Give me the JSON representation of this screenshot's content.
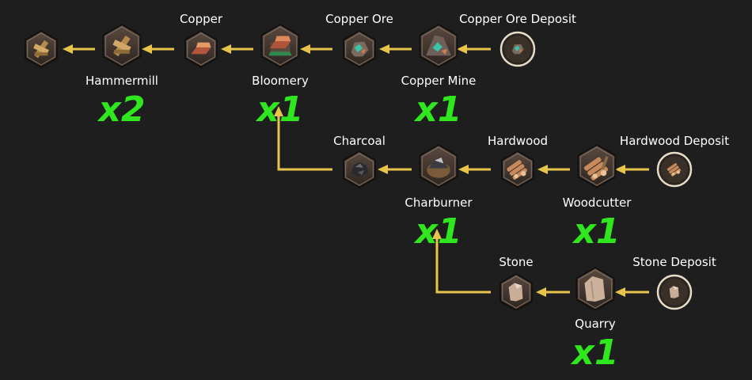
{
  "colors": {
    "background": "#1e1e1e",
    "arrow": "#e8c54a",
    "multiplier": "#2fe61f",
    "label": "#ffffff"
  },
  "labels": {
    "copper": "Copper",
    "copper_ore": "Copper Ore",
    "copper_ore_deposit": "Copper Ore Deposit",
    "hammermill": "Hammermill",
    "bloomery": "Bloomery",
    "copper_mine": "Copper Mine",
    "charcoal": "Charcoal",
    "hardwood": "Hardwood",
    "hardwood_deposit": "Hardwood Deposit",
    "charburner": "Charburner",
    "woodcutter": "Woodcutter",
    "stone": "Stone",
    "stone_deposit": "Stone Deposit",
    "quarry": "Quarry"
  },
  "multipliers": {
    "hammermill": "x2",
    "bloomery": "x1",
    "copper_mine": "x1",
    "charburner": "x1",
    "woodcutter": "x1",
    "quarry": "x1"
  },
  "icons": {
    "end": "hammermill-product-icon",
    "hammermill": "hammermill-icon",
    "copper": "copper-bar-icon",
    "bloomery": "bloomery-icon",
    "copper_ore": "copper-ore-icon",
    "copper_mine": "copper-mine-icon",
    "copper_ore_deposit": "copper-ore-deposit-icon",
    "charcoal": "charcoal-icon",
    "charburner": "charburner-icon",
    "hardwood": "hardwood-icon",
    "woodcutter": "woodcutter-icon",
    "hardwood_deposit": "hardwood-deposit-icon",
    "stone": "stone-icon",
    "quarry": "quarry-icon",
    "stone_deposit": "stone-deposit-icon"
  }
}
